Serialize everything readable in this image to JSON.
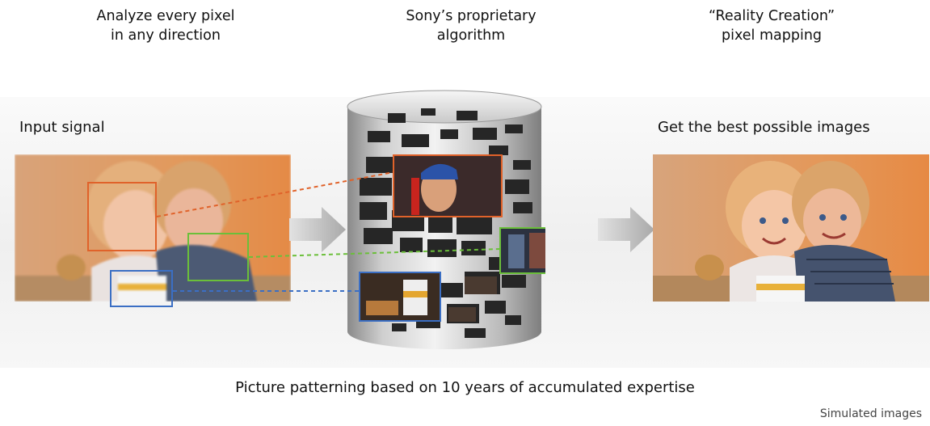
{
  "headings": {
    "left": {
      "line1": "Analyze every pixel",
      "line2": "in any direction"
    },
    "center": {
      "line1": "Sony’s proprietary",
      "line2": "algorithm"
    },
    "right": {
      "line1": "“Reality Creation”",
      "line2": "pixel mapping"
    }
  },
  "labels": {
    "input": "Input signal",
    "output": "Get the best possible images"
  },
  "footer": "Picture patterning based on 10 years of accumulated expertise",
  "note": "Simulated images",
  "colors": {
    "face_box": "#e0622a",
    "shirt_box": "#6bbf3a",
    "cup_box": "#3b6fc4",
    "arrow": "#b7b7b7",
    "cylinder": "#a6a6a6"
  }
}
